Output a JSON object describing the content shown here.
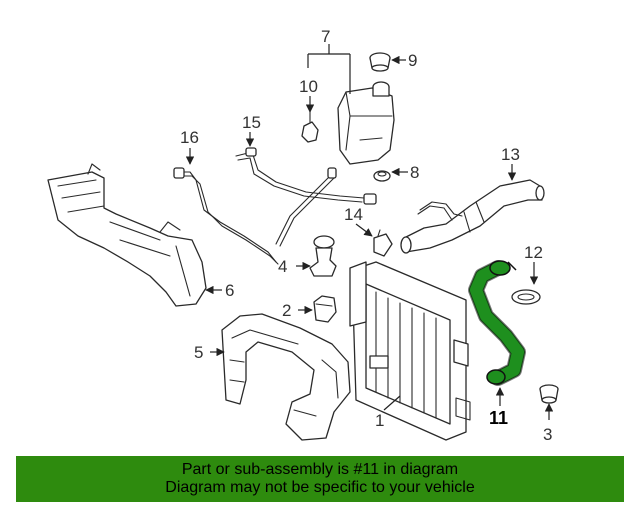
{
  "diagram": {
    "callouts": {
      "c1": "1",
      "c2": "2",
      "c3": "3",
      "c4": "4",
      "c5": "5",
      "c6": "6",
      "c7": "7",
      "c8": "8",
      "c9": "9",
      "c10": "10",
      "c11": "11",
      "c12": "12",
      "c13": "13",
      "c14": "14",
      "c15": "15",
      "c16": "16"
    },
    "highlight_part": "11",
    "highlight_color": "#1e7f1e"
  },
  "banner": {
    "line1": "Part or sub-assembly is #11 in diagram",
    "line2": "Diagram may not be specific to your vehicle",
    "background": "#2e8b0e"
  }
}
